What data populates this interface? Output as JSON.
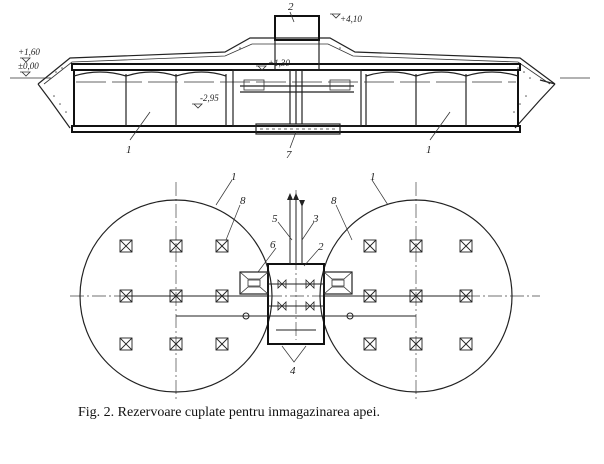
{
  "caption": "Fig. 2. Rezervoare cuplate pentru inmagazinarea apei.",
  "section": {
    "labels": {
      "chamber": "2",
      "reservoir_left": "1",
      "reservoir_right": "1",
      "pipe_gallery": "7"
    },
    "elevations": {
      "top": "+4,10",
      "left_upper": "+1,60",
      "left_lower": "±0,00",
      "inner": "+1,30",
      "bottom": "-2,95"
    }
  },
  "plan": {
    "labels": {
      "reservoir_left": "1",
      "reservoir_right": "1",
      "column_left": "8",
      "column_right": "8",
      "pipe_5": "5",
      "pipe_3": "3",
      "chamber": "2",
      "chamber_6": "6",
      "pipes_4": "4"
    }
  }
}
